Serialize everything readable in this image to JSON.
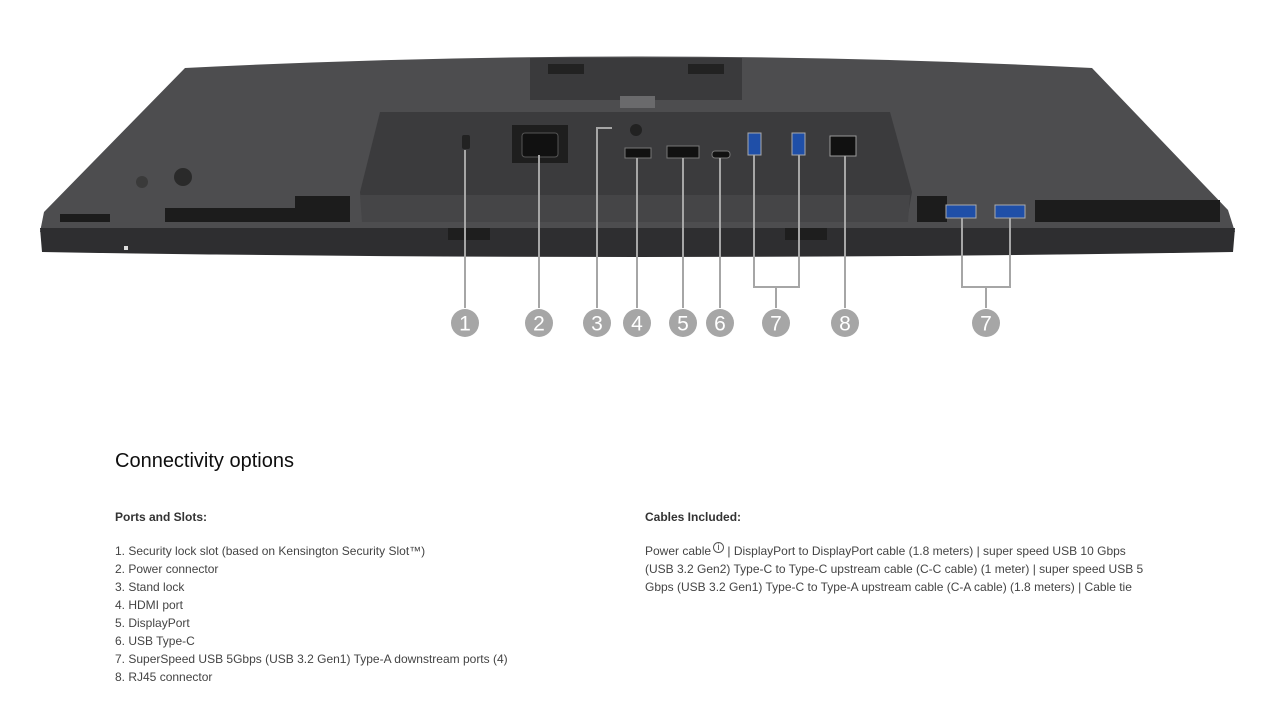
{
  "figure": {
    "callouts": [
      "1",
      "2",
      "3",
      "4",
      "5",
      "6",
      "7",
      "8",
      "7"
    ]
  },
  "section": {
    "title": "Connectivity options",
    "ports": {
      "heading": "Ports and Slots:",
      "items": [
        "1. Security lock slot (based on Kensington Security Slot™)",
        "2. Power connector",
        "3. Stand lock",
        "4. HDMI port",
        "5. DisplayPort",
        "6. USB Type-C",
        "7. SuperSpeed USB 5Gbps (USB 3.2 Gen1) Type-A downstream ports (4)",
        "8. RJ45 connector"
      ]
    },
    "cables": {
      "heading": "Cables Included:",
      "first": "Power cable",
      "info_icon": "ⓘ",
      "rest": " | DisplayPort to DisplayPort cable (1.8 meters) | super speed USB 10 Gbps (USB 3.2 Gen2) Type-C to Type-C upstream cable (C-C cable) (1 meter) | super speed USB 5 Gbps (USB 3.2 Gen1) Type-C to Type-A upstream cable (C-A cable) (1.8 meters) | Cable tie"
    }
  }
}
